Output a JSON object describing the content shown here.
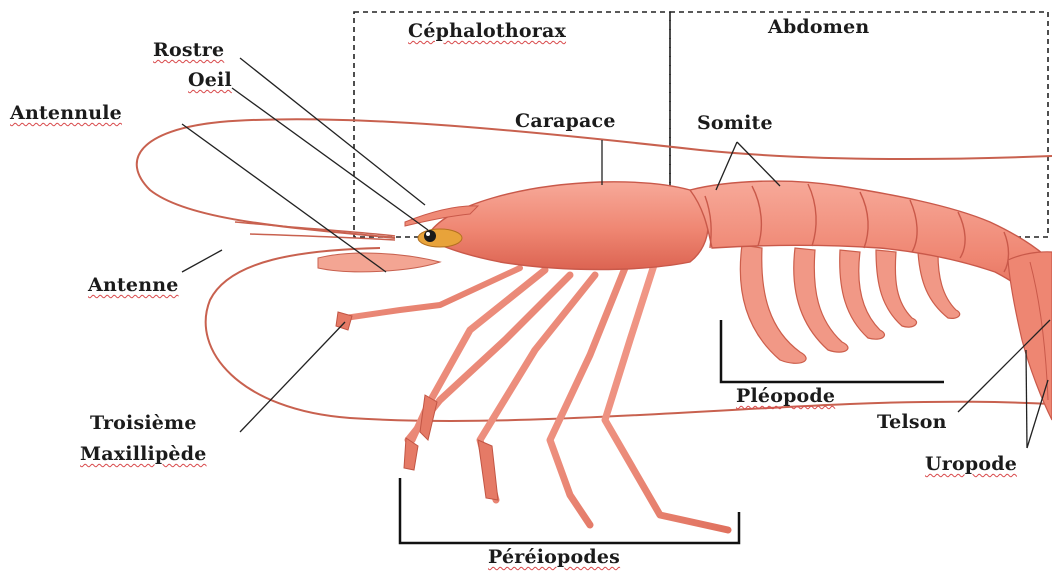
{
  "regions": {
    "cephalothorax": "Céphalothorax",
    "abdomen": "Abdomen"
  },
  "labels": {
    "rostre": "Rostre",
    "oeil": "Oeil",
    "antennule": "Antennule",
    "carapace": "Carapace",
    "somite": "Somite",
    "antenne": "Antenne",
    "troisieme": "Troisième",
    "maxillipede": "Maxillipède",
    "pleopode": "Pléopode",
    "telson": "Telson",
    "uropode": "Uropode",
    "pereiopodes": "Péréiopodes"
  },
  "colors": {
    "body": "#f08a78",
    "body_dark": "#d9604e",
    "body_light": "#f7b3a2",
    "eye": "#e8a33a",
    "line": "#222222"
  }
}
